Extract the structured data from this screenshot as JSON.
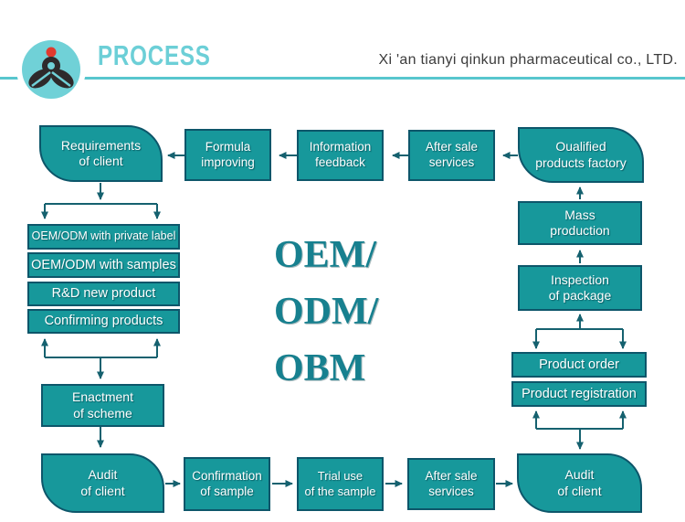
{
  "header": {
    "logo_icon": "lotus-person-logo-icon",
    "section_title": "PROCESS",
    "company_name": "Xi 'an tianyi qinkun pharmaceutical co., LTD."
  },
  "center_title": {
    "lines": [
      "OEM/",
      "ODM/",
      "OBM"
    ]
  },
  "flow": {
    "requirements_of_client": "Requirements\nof client",
    "formula_improving": "Formula\nimproving",
    "information_feedback": "Information\nfeedback",
    "after_sale_services_top": "After sale\nservices",
    "qualified_products_factory": "Oualified\nproducts factory",
    "oem_odm_private_label": "OEM/ODM with private label",
    "oem_odm_samples": "OEM/ODM with samples",
    "rd_new_product": "R&D new product",
    "confirming_products": "Confirming products",
    "enactment_of_scheme": "Enactment\nof scheme",
    "audit_of_client_left": "Audit\nof client",
    "confirmation_of_sample": "Confirmation\nof sample",
    "trial_use_of_sample": "Trial use\nof the sample",
    "after_sale_services_bottom": "After sale\nservices",
    "audit_of_client_right": "Audit\nof client",
    "mass_production": "Mass\nproduction",
    "inspection_of_package": "Inspection\nof package",
    "product_order": "Product order",
    "product_registration": "Product registration"
  },
  "colors": {
    "box_fill": "#17989b",
    "box_border": "#0d566a",
    "box_text": "#ffffff",
    "arrow": "#15616f",
    "accent_line": "#58c6ce",
    "process_title": "#6ccfd7",
    "center_title": "#17808f",
    "logo_circle": "#70d1d7",
    "logo_mark": "#2e2a2b",
    "logo_dot": "#e03a2f",
    "company_text": "#3c3c3c"
  }
}
